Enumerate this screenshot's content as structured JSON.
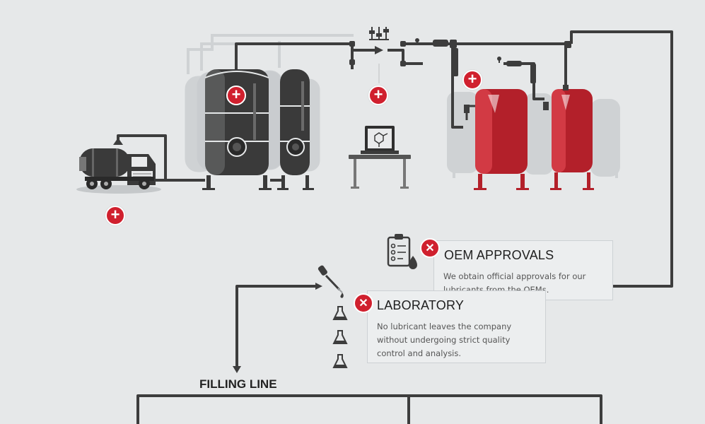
{
  "theme": {
    "accent": "#d0202e",
    "pipe": "#3d3d3d",
    "tank_dark": "#3a3a3a",
    "tank_red": "#b3202a",
    "ghost": "#cfd2d4",
    "background": "#e6e8e9"
  },
  "hotspots": {
    "open_glyph": "+",
    "close_glyph": "✕"
  },
  "cards": {
    "oem": {
      "title": "OEM APPROVALS",
      "body": "We obtain official approvals for our lubricants from the OEMs."
    },
    "laboratory": {
      "title": "LABORATORY",
      "body": "No lubricant leaves the company without undergoing strict quality control and analysis."
    }
  },
  "labels": {
    "filling_line": "FILLING LINE"
  },
  "icons": {
    "oem": "clipboard-checklist-oil-drop-icon",
    "lab": "pipette-icon",
    "flask": "erlenmeyer-flask-icon",
    "laptop": "laptop-molecule-icon",
    "truck": "tanker-truck-icon",
    "valve": "valve-icon",
    "mixer": "mixer-sliders-icon"
  }
}
